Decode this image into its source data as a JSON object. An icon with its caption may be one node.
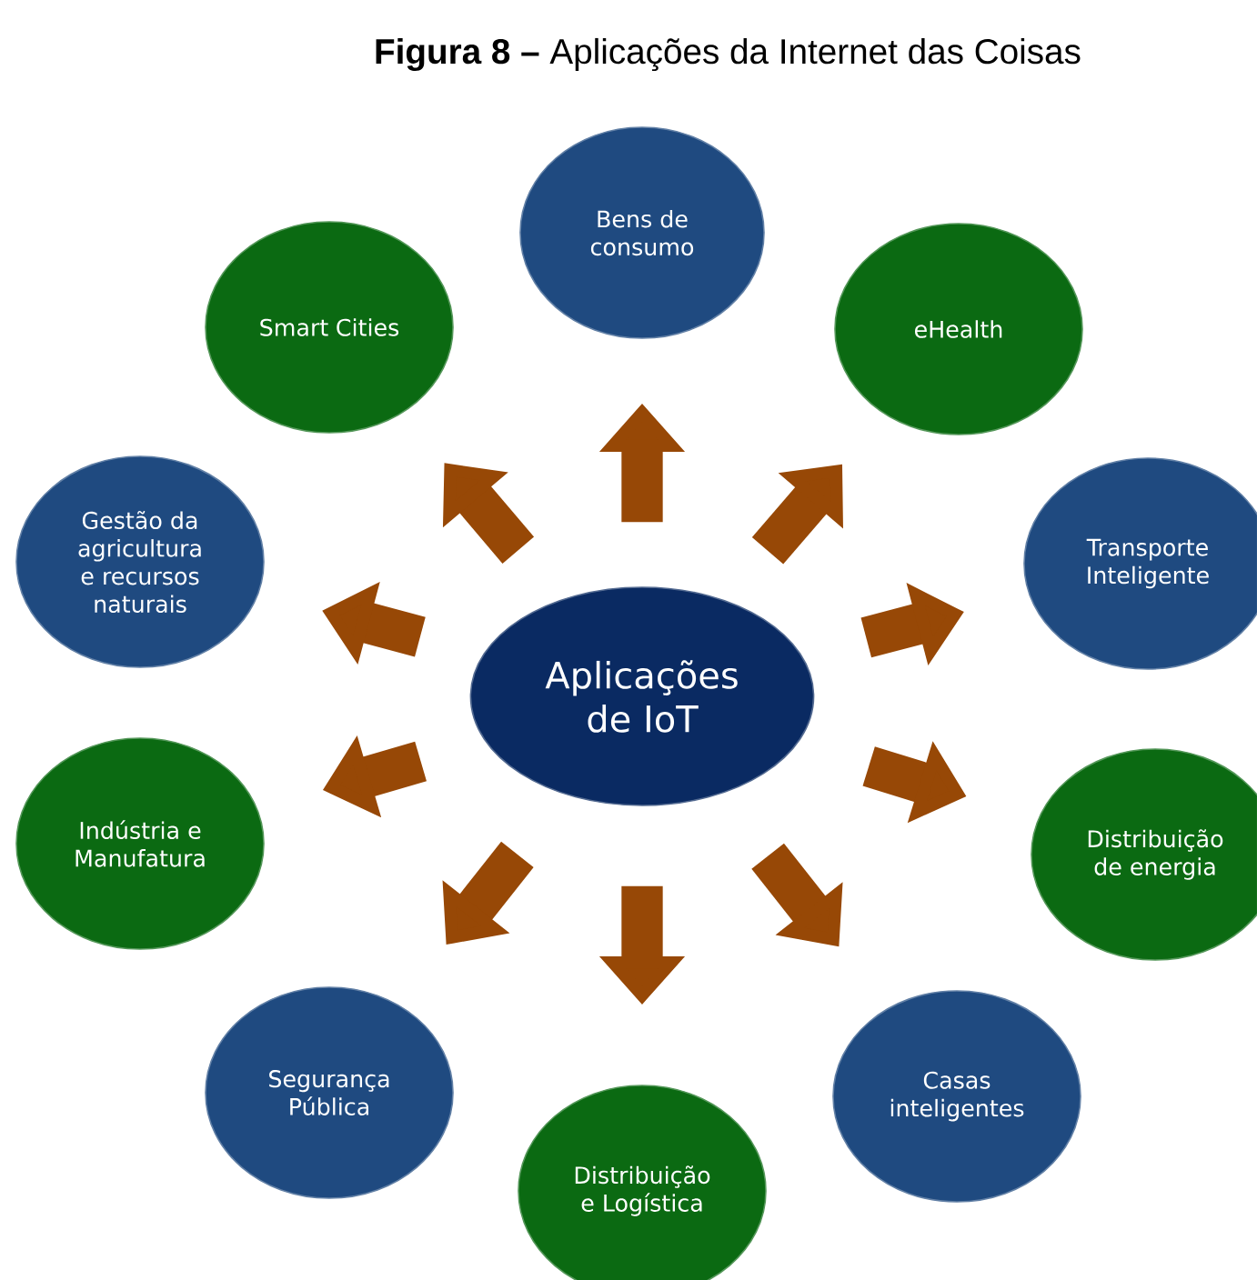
{
  "diagram": {
    "title": "**Figura 8 –** Aplicações da Internet das Coisas",
    "nodes": [
      {
        "text": [
          "Aplicações de IoT"
        ]
      },
      {
        "text": [
          "Bens de consumo"
        ]
      },
      {
        "text": [
          "eHealth"
        ]
      },
      {
        "text": [
          "Transporte Inteligente"
        ]
      },
      {
        "text": [
          "Distribuição de energia"
        ]
      },
      {
        "text": [
          "Casas inteligentes"
        ]
      },
      {
        "text": [
          "Distribuição e Logística"
        ]
      },
      {
        "text": [
          "Segurança Pública"
        ]
      },
      {
        "text": [
          "Indústria e Manufatura"
        ]
      },
      {
        "text": [
          "Gestão da agricultura e recursos naturais"
        ]
      },
      {
        "text": [
          "Smart Cities"
        ]
      }
    ],
    "edges": [
      {
        "from": 0,
        "to": 1,
        "arrow": "to"
      },
      {
        "from": 0,
        "to": 2,
        "arrow": "to"
      },
      {
        "from": 0,
        "to": 3,
        "arrow": "to"
      },
      {
        "from": 0,
        "to": 4,
        "arrow": "to"
      },
      {
        "from": 0,
        "to": 5,
        "arrow": "to"
      },
      {
        "from": 0,
        "to": 6,
        "arrow": "to"
      },
      {
        "from": 0,
        "to": 7,
        "arrow": "to"
      },
      {
        "from": 0,
        "to": 8,
        "arrow": "to"
      },
      {
        "from": 0,
        "to": 9,
        "arrow": "to"
      },
      {
        "from": 0,
        "to": 10,
        "arrow": "to"
      }
    ]
  }
}
